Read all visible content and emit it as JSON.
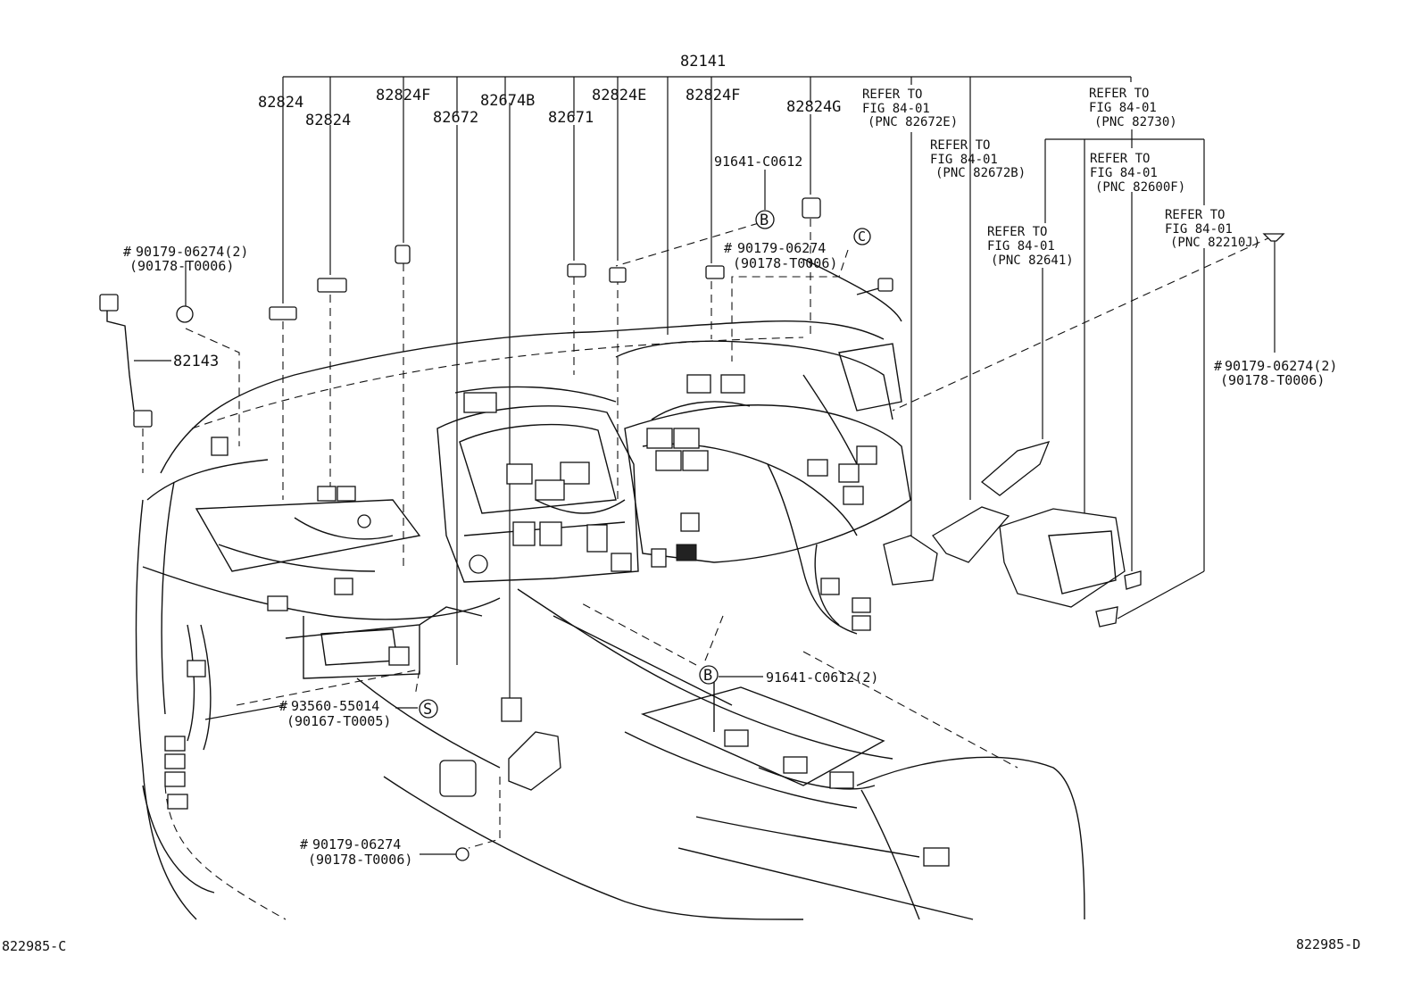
{
  "parts": {
    "top": "82141",
    "p82824_a": "82824",
    "p82824_b": "82824",
    "p82824F_a": "82824F",
    "p82672": "82672",
    "p82674B": "82674B",
    "p82671": "82671",
    "p82824E": "82824E",
    "p82824F_b": "82824F",
    "p82824G": "82824G",
    "p91641_top": "91641-C0612",
    "p82143": "82143",
    "p91641_bottom": "91641-C0612(2)"
  },
  "fasteners": {
    "left_a": "90179-06274(2)",
    "left_b": "(90178-T0006)",
    "mid_a": "90179-06274",
    "mid_b": "(90178-T0006)",
    "right_a": "90179-06274(2)",
    "right_b": "(90178-T0006)",
    "screw_a": "93560-55014",
    "screw_b": "(90167-T0005)",
    "bottom_a": "90179-06274",
    "bottom_b": "(90178-T0006)"
  },
  "refers": [
    {
      "l1": "REFER TO",
      "l2": "FIG 84-01",
      "l3": "(PNC 82672E)"
    },
    {
      "l1": "REFER TO",
      "l2": "FIG 84-01",
      "l3": "(PNC 82672B)"
    },
    {
      "l1": "REFER TO",
      "l2": "FIG 84-01",
      "l3": "(PNC 82641)"
    },
    {
      "l1": "REFER TO",
      "l2": "FIG 84-01",
      "l3": "(PNC 82730)"
    },
    {
      "l1": "REFER TO",
      "l2": "FIG 84-01",
      "l3": "(PNC 82600F)"
    },
    {
      "l1": "REFER TO",
      "l2": "FIG 84-01",
      "l3": "(PNC 82210J)"
    }
  ],
  "markers": {
    "b": "B",
    "s": "S",
    "c": "C",
    "hash": "#"
  },
  "codes": {
    "left": "822985-C",
    "right": "822985-D"
  }
}
